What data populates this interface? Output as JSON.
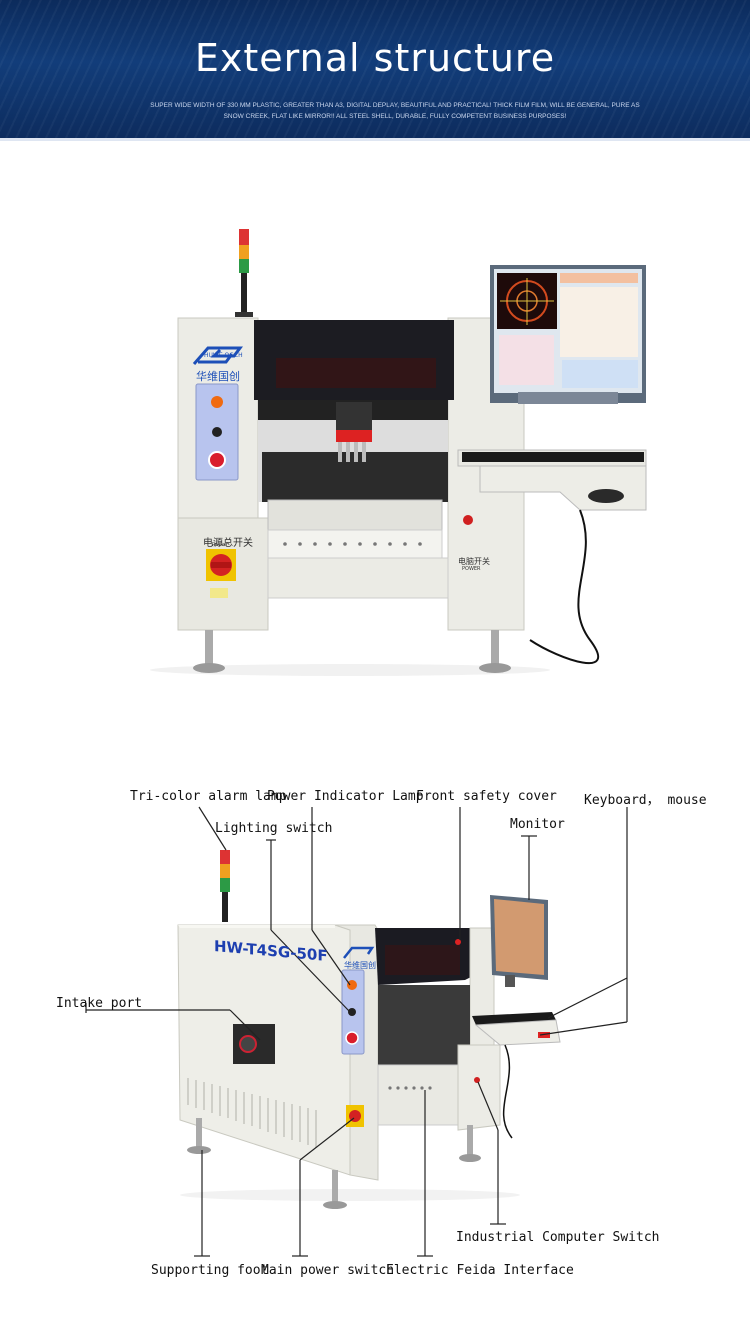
{
  "header": {
    "title": "External structure",
    "subtitle": "SUPER WIDE WIDTH OF 330 MM PLASTIC, GREATER THAN A3, DIGITAL DEPLAY, BEAUTIFUL AND PRACTICAL! THICK FILM FILM, WILL BE GENERAL, PURE AS SNOW CREEK, FLAT LIKE MIRROR!! ALL STEEL SHELL, DURABLE, FULLY COMPETENT BUSINESS PURPOSES!"
  },
  "machine": {
    "brand_cn": "华维国创",
    "brand_en": "HUWE QGCH",
    "model": "HW-T4SG-50F",
    "main_switch_cn": "电源总开关",
    "main_switch_en": "Power",
    "pc_switch_cn": "电脑开关",
    "pc_switch_en": "POWER"
  },
  "callouts": {
    "tri_color_alarm_lamp": "Tri-color alarm lamp",
    "power_indicator_lamp": "Power Indicator Lamp",
    "front_safety_cover": "Front safety cover",
    "keyboard_mouse": "Keyboard，  mouse",
    "lighting_switch": "Lighting switch",
    "monitor": "Monitor",
    "intake_port": "Intake port",
    "industrial_computer_switch": "Industrial Computer Switch",
    "supporting_foot": "Supporting foot",
    "main_power_switch": "Main power switch",
    "electric_feida_interface": "Electric Feida Interface"
  },
  "colors": {
    "banner": "#123d7a",
    "machine_body": "#eeeee8",
    "panel_blue": "#bcc8ee",
    "leader_line": "#222222"
  }
}
